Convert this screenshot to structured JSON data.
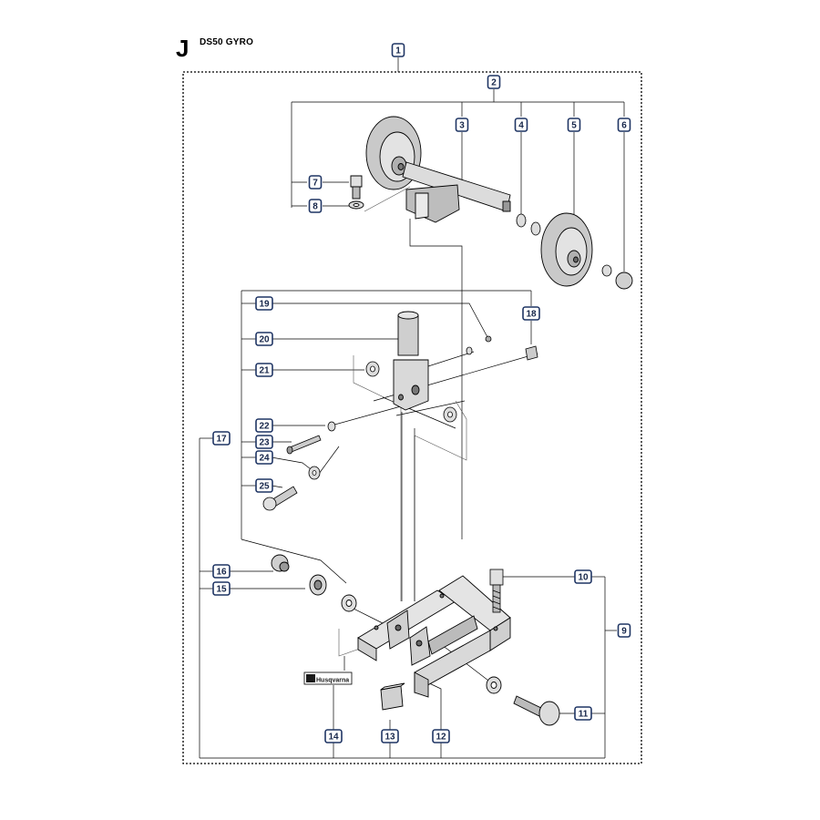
{
  "section": {
    "letter": "J",
    "model": "DS50 GYRO"
  },
  "logo": {
    "text": "Husqvarna"
  },
  "callouts": [
    {
      "num": "1"
    },
    {
      "num": "2"
    },
    {
      "num": "3"
    },
    {
      "num": "4"
    },
    {
      "num": "5"
    },
    {
      "num": "6"
    },
    {
      "num": "7"
    },
    {
      "num": "8"
    },
    {
      "num": "9"
    },
    {
      "num": "10"
    },
    {
      "num": "11"
    },
    {
      "num": "12"
    },
    {
      "num": "13"
    },
    {
      "num": "14"
    },
    {
      "num": "15"
    },
    {
      "num": "16"
    },
    {
      "num": "17"
    },
    {
      "num": "18"
    },
    {
      "num": "19"
    },
    {
      "num": "20"
    },
    {
      "num": "21"
    },
    {
      "num": "22"
    },
    {
      "num": "23"
    },
    {
      "num": "24"
    },
    {
      "num": "25"
    }
  ]
}
